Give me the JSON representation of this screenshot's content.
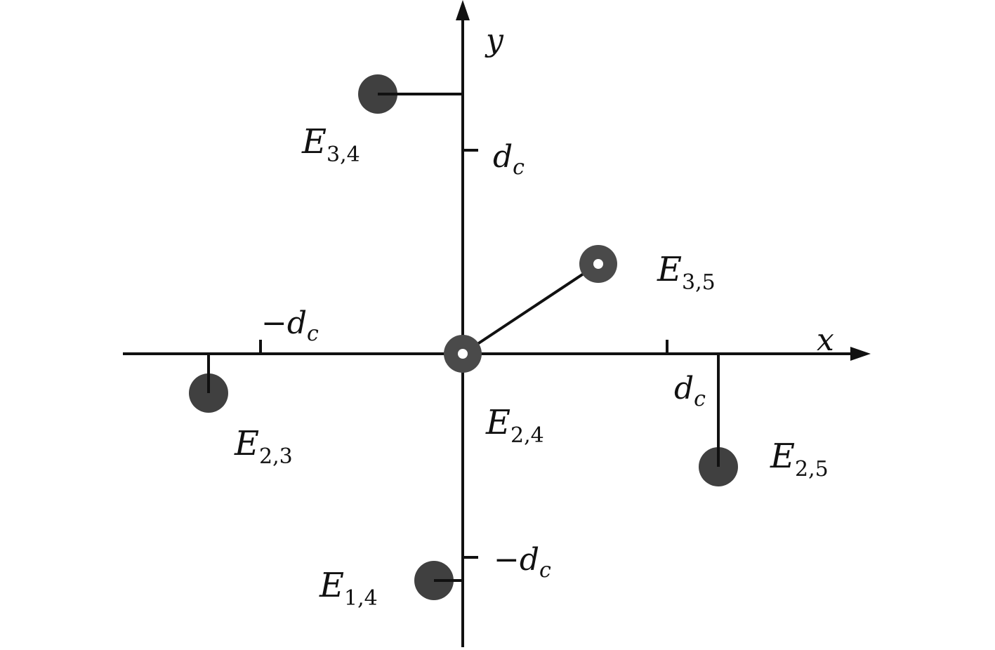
{
  "axes": {
    "x_label": "x",
    "y_label": "y",
    "tick_symbol": "d",
    "tick_subscript": "c",
    "minus_sign": "−"
  },
  "colors": {
    "axis": "#111111",
    "dot": "#404040",
    "ring_dot": "#4a4a4a"
  },
  "points": {
    "e34": {
      "letter": "E",
      "sub": "3,4",
      "style": "filled"
    },
    "e35": {
      "letter": "E",
      "sub": "3,5",
      "style": "ring"
    },
    "e24": {
      "letter": "E",
      "sub": "2,4",
      "style": "ring"
    },
    "e23": {
      "letter": "E",
      "sub": "2,3",
      "style": "filled"
    },
    "e25": {
      "letter": "E",
      "sub": "2,5",
      "style": "filled"
    },
    "e14": {
      "letter": "E",
      "sub": "1,4",
      "style": "filled"
    }
  }
}
